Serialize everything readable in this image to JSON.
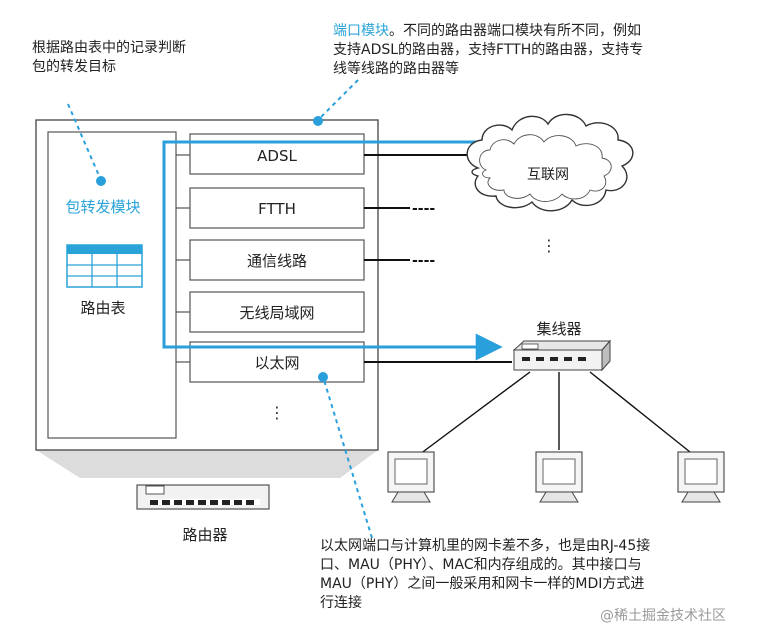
{
  "colors": {
    "accent": "#2aa3d8",
    "arrow": "#29a0dc",
    "line": "#111111",
    "box_border": "#555555",
    "shadow": "#d8d8d8"
  },
  "annotations": {
    "forward_note": "根据路由表中的记录判断\n包的转发目标",
    "port_title": "端口模块",
    "port_note_1": "。不同的路由器端口模块有所不同，例如",
    "port_note_2": "支持ADSL的路由器，支持FTTH的路由器，支持专",
    "port_note_3": "线等线路的路由器等",
    "ethernet_note_1": "以太网端口与计算机里的网卡差不多，也是由RJ-45接",
    "ethernet_note_2": "口、MAU（PHY）、MAC和内存组成的。其中接口与",
    "ethernet_note_3": "MAU（PHY）之间一般采用和网卡一样的MDI方式进",
    "ethernet_note_4": "行连接"
  },
  "router": {
    "forward_module_label": "包转发模块",
    "routing_table_label": "路由表",
    "device_label": "路由器",
    "ports": [
      "ADSL",
      "FTTH",
      "通信线路",
      "无线局域网",
      "以太网"
    ],
    "more_ports": "⋮"
  },
  "network": {
    "cloud_label": "互联网",
    "cloud_more": "⋮",
    "hub_label": "集线器",
    "dashes": "----"
  },
  "watermark": "@稀土掘金技术社区"
}
